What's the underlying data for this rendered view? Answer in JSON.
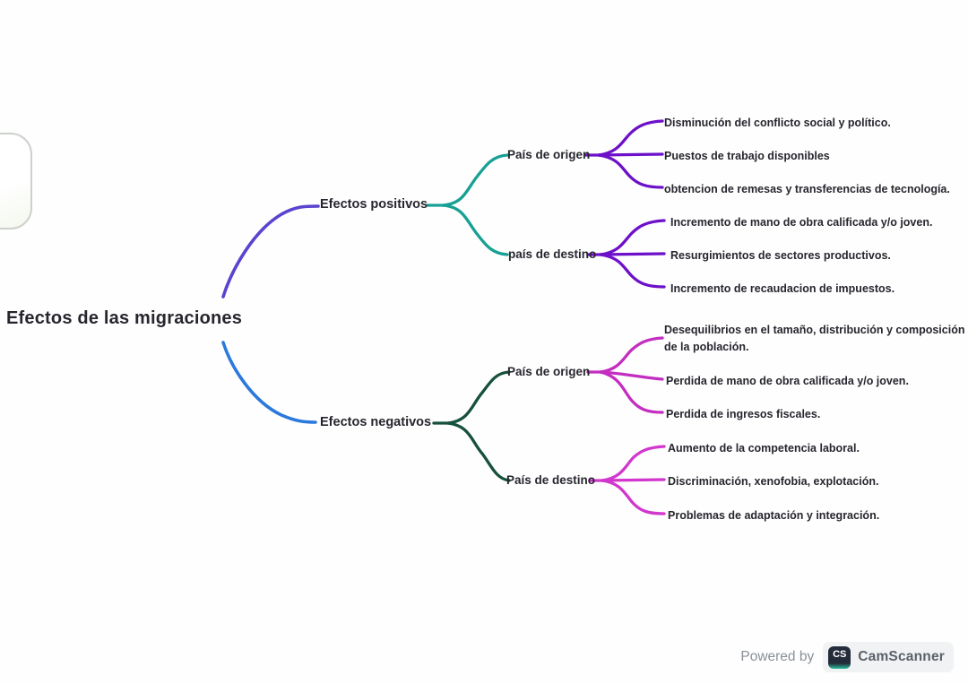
{
  "title": "Efectos de las migraciones",
  "tree": {
    "positive": {
      "label": "Efectos positivos",
      "origin": {
        "label": "País de origen",
        "leaves": [
          "Disminución del conflicto social y político.",
          "Puestos de trabajo disponibles",
          "obtencion de remesas y transferencias de tecnología."
        ]
      },
      "destination": {
        "label": "país de destino",
        "leaves": [
          "Incremento de mano de obra calificada y/o joven.",
          "Resurgimientos de sectores productivos.",
          "Incremento de recaudacion de impuestos."
        ]
      }
    },
    "negative": {
      "label": "Efectos negativos",
      "origin": {
        "label": "País de origen",
        "leaves": [
          "Desequilibrios en el tamaño, distribución y composición de la población.",
          "Perdida de mano de obra calificada y/o joven.",
          "Perdida de ingresos fiscales."
        ]
      },
      "destination": {
        "label": "País de destino",
        "leaves": [
          "Aumento de la competencia laboral.",
          "Discriminación, xenofobia, explotación.",
          "Problemas de adaptación y integración."
        ]
      }
    }
  },
  "colors": {
    "branch_positive_root": "#5a43cf",
    "branch_negative_root": "#2b79dd",
    "fork_positive": "#17a094",
    "fork_negative": "#17503b",
    "leaves_positive": "#6d10c9",
    "leaves_negative_origin": "#c32ec0",
    "leaves_negative_destination": "#d136cd",
    "text": "#26262e"
  },
  "footer": {
    "powered_by": "Powered by",
    "brand": "CamScanner",
    "logo_monogram": "CS"
  }
}
